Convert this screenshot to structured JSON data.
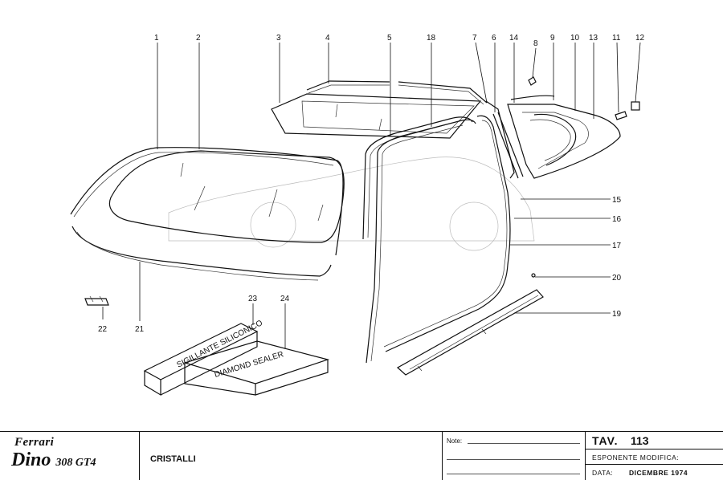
{
  "diagram": {
    "callouts": [
      "1",
      "2",
      "3",
      "4",
      "5",
      "18",
      "7",
      "6",
      "14",
      "8",
      "9",
      "10",
      "13",
      "11",
      "12",
      "15",
      "16",
      "17",
      "20",
      "19",
      "23",
      "24",
      "22",
      "21"
    ],
    "box_text": {
      "tube_line1": "SIGILLANTE SILICONICO",
      "kit_line1": "DIAMOND SEALER"
    }
  },
  "title_block": {
    "brand_top": "Ferrari",
    "brand_bottom": "Dino",
    "brand_model": "308 GT4",
    "description": "CRISTALLI",
    "notes_label": "Note:",
    "tav_label": "TAV.",
    "tav_value": "113",
    "modification_label": "ESPONENTE MODIFICA:",
    "date_label": "DATA:",
    "date_value": "DICEMBRE 1974"
  }
}
